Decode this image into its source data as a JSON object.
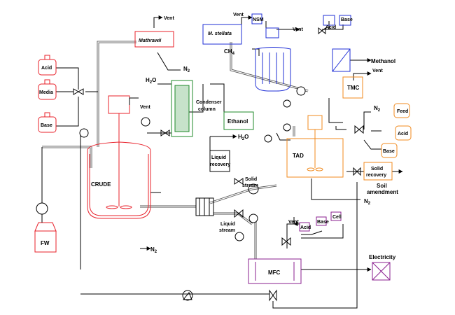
{
  "labels": {
    "vent": "Vent",
    "mathrawii": "Mathrawii",
    "n2": "N",
    "n2_sub": "2",
    "acid": "Acid",
    "media": "Media",
    "base": "Base",
    "h2o": "H",
    "h2o_sub": "2",
    "h2o_o": "O",
    "condenser_1": "Condenser",
    "condenser_2": "column",
    "ethanol": "Ethanol",
    "liquid_recovery_1": "Liquid",
    "liquid_recovery_2": "recovery",
    "crude": "CRUDE",
    "fw": "FW",
    "m_stellata": "M. stellata",
    "ch4": "CH",
    "ch4_sub": "4",
    "nsm": "NSM",
    "methanol": "Methanol",
    "tmc": "TMC",
    "feed": "Feed",
    "tad": "TAD",
    "solid_recovery_1": "Solid",
    "solid_recovery_2": "recovery",
    "soil_amendment_1": "Soil",
    "soil_amendment_2": "amendment",
    "solid_stream_1": "Solid",
    "solid_stream_2": "stream",
    "liquid_stream_1": "Liquid",
    "liquid_stream_2": "stream",
    "cell": "Cell",
    "mfc": "MFC",
    "electricity": "Electricity"
  },
  "colors": {
    "red": "#e8202a",
    "blue": "#1f2fd6",
    "green": "#1f8a2a",
    "orange": "#f08a1e",
    "purple": "#8a1f8f",
    "line": "#000000",
    "pipe": "#555555"
  }
}
